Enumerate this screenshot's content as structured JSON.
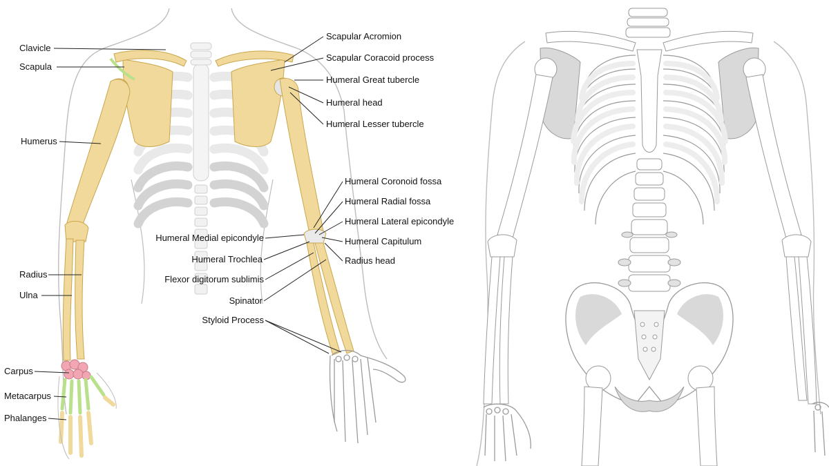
{
  "colors": {
    "bone_highlight": "#f0d99a",
    "bone_highlight_stroke": "#c9a64e",
    "bone_plain": "#ffffff",
    "bone_stroke": "#9a9a9a",
    "shadow": "#d9d9d9",
    "body_outline": "#bdbdbd",
    "carpus": "#f2a6b4",
    "metacarpus": "#b9e08a",
    "leader_line": "#222222",
    "text": "#111111"
  },
  "left_labels": [
    {
      "id": "clavicle",
      "text": "Clavicle"
    },
    {
      "id": "scapula",
      "text": "Scapula"
    },
    {
      "id": "humerus",
      "text": "Humerus"
    },
    {
      "id": "radius",
      "text": "Radius"
    },
    {
      "id": "ulna",
      "text": "Ulna"
    },
    {
      "id": "carpus",
      "text": "Carpus"
    },
    {
      "id": "metacarpus",
      "text": "Metacarpus"
    },
    {
      "id": "phalanges",
      "text": "Phalanges"
    }
  ],
  "right_labels": [
    {
      "id": "scapular-acromion",
      "text": "Scapular Acromion"
    },
    {
      "id": "scapular-coracoid",
      "text": "Scapular Coracoid process"
    },
    {
      "id": "humeral-great-tubercle",
      "text": "Humeral Great tubercle"
    },
    {
      "id": "humeral-head",
      "text": "Humeral head"
    },
    {
      "id": "humeral-lesser-tubercle",
      "text": "Humeral Lesser tubercle"
    },
    {
      "id": "humeral-coronoid-fossa",
      "text": "Humeral Coronoid fossa"
    },
    {
      "id": "humeral-radial-fossa",
      "text": "Humeral Radial fossa"
    },
    {
      "id": "humeral-lateral-epicondyle",
      "text": "Humeral Lateral epicondyle"
    },
    {
      "id": "humeral-capitulum",
      "text": "Humeral Capitulum"
    },
    {
      "id": "radius-head",
      "text": "Radius head"
    }
  ],
  "center_labels": [
    {
      "id": "humeral-medial-epicondyle",
      "text": "Humeral Medial epicondyle"
    },
    {
      "id": "humeral-trochlea",
      "text": "Humeral Trochlea"
    },
    {
      "id": "flexor-digitorum",
      "text": "Flexor digitorum sublimis"
    },
    {
      "id": "spinator",
      "text": "Spinator"
    },
    {
      "id": "styloid-process",
      "text": "Styloid Process"
    }
  ]
}
